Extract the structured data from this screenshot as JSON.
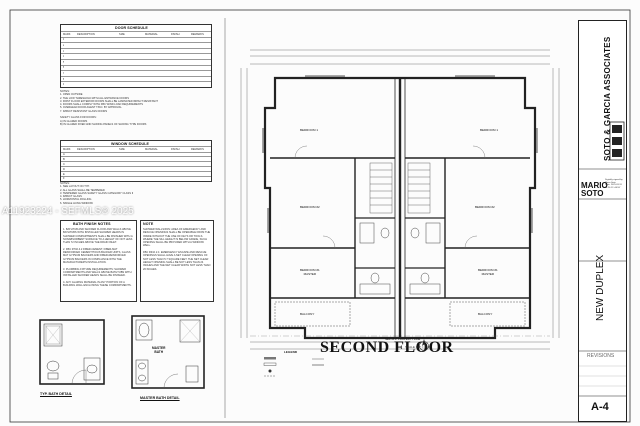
{
  "sheet": {
    "door_schedule": {
      "title": "DOOR SCHEDULE",
      "rows": [
        "1",
        "2",
        "3",
        "4",
        "5",
        "6",
        "7",
        "8",
        "9"
      ]
    },
    "window_schedule": {
      "title": "WINDOW SCHEDULE",
      "rows": [
        "A",
        "B",
        "C",
        "D",
        "E",
        "F"
      ]
    },
    "bath_finish": {
      "title": "BATH FINISH NOTES"
    },
    "note_box": {
      "title": "NOTE"
    },
    "typ_bath_detail": "TYP. BATH DETAIL",
    "master_bath_detail": "MASTER BATH DETAIL",
    "master_bath_label": "MASTER\nBATH",
    "floor_title": "SECOND FLOOR",
    "scale": "SCALE 1/8\" = 1'-0\"",
    "property_line": "NE9 15 2' PROPERTY LINE",
    "legend_title": "LEGEND",
    "rooms": {
      "bedroom_left": "BEDROOM 1",
      "bedroom_right": "BEDROOM 1",
      "bedroom2_left": "BEDROOM #2",
      "bedroom2_right": "BEDROOM #2",
      "master_left": "BEDROOM #1\nMASTER",
      "master_right": "BEDROOM #1\nMASTER",
      "balcony_left": "BALCONY",
      "balcony_right": "BALCONY"
    },
    "watermark": "A11923224 - SEFMLS® 2025"
  },
  "title_block": {
    "firm": "SOTO & GARCIA ASSOCIATES",
    "architect_first": "MARIO",
    "architect_last": "SOTO",
    "project": "NEW DUPLEX",
    "revisions": "REVISIONS",
    "sheet_number": "A-4"
  },
  "colors": {
    "ink": "#222222",
    "wall": "#333333",
    "paper": "#fcfcfc"
  }
}
